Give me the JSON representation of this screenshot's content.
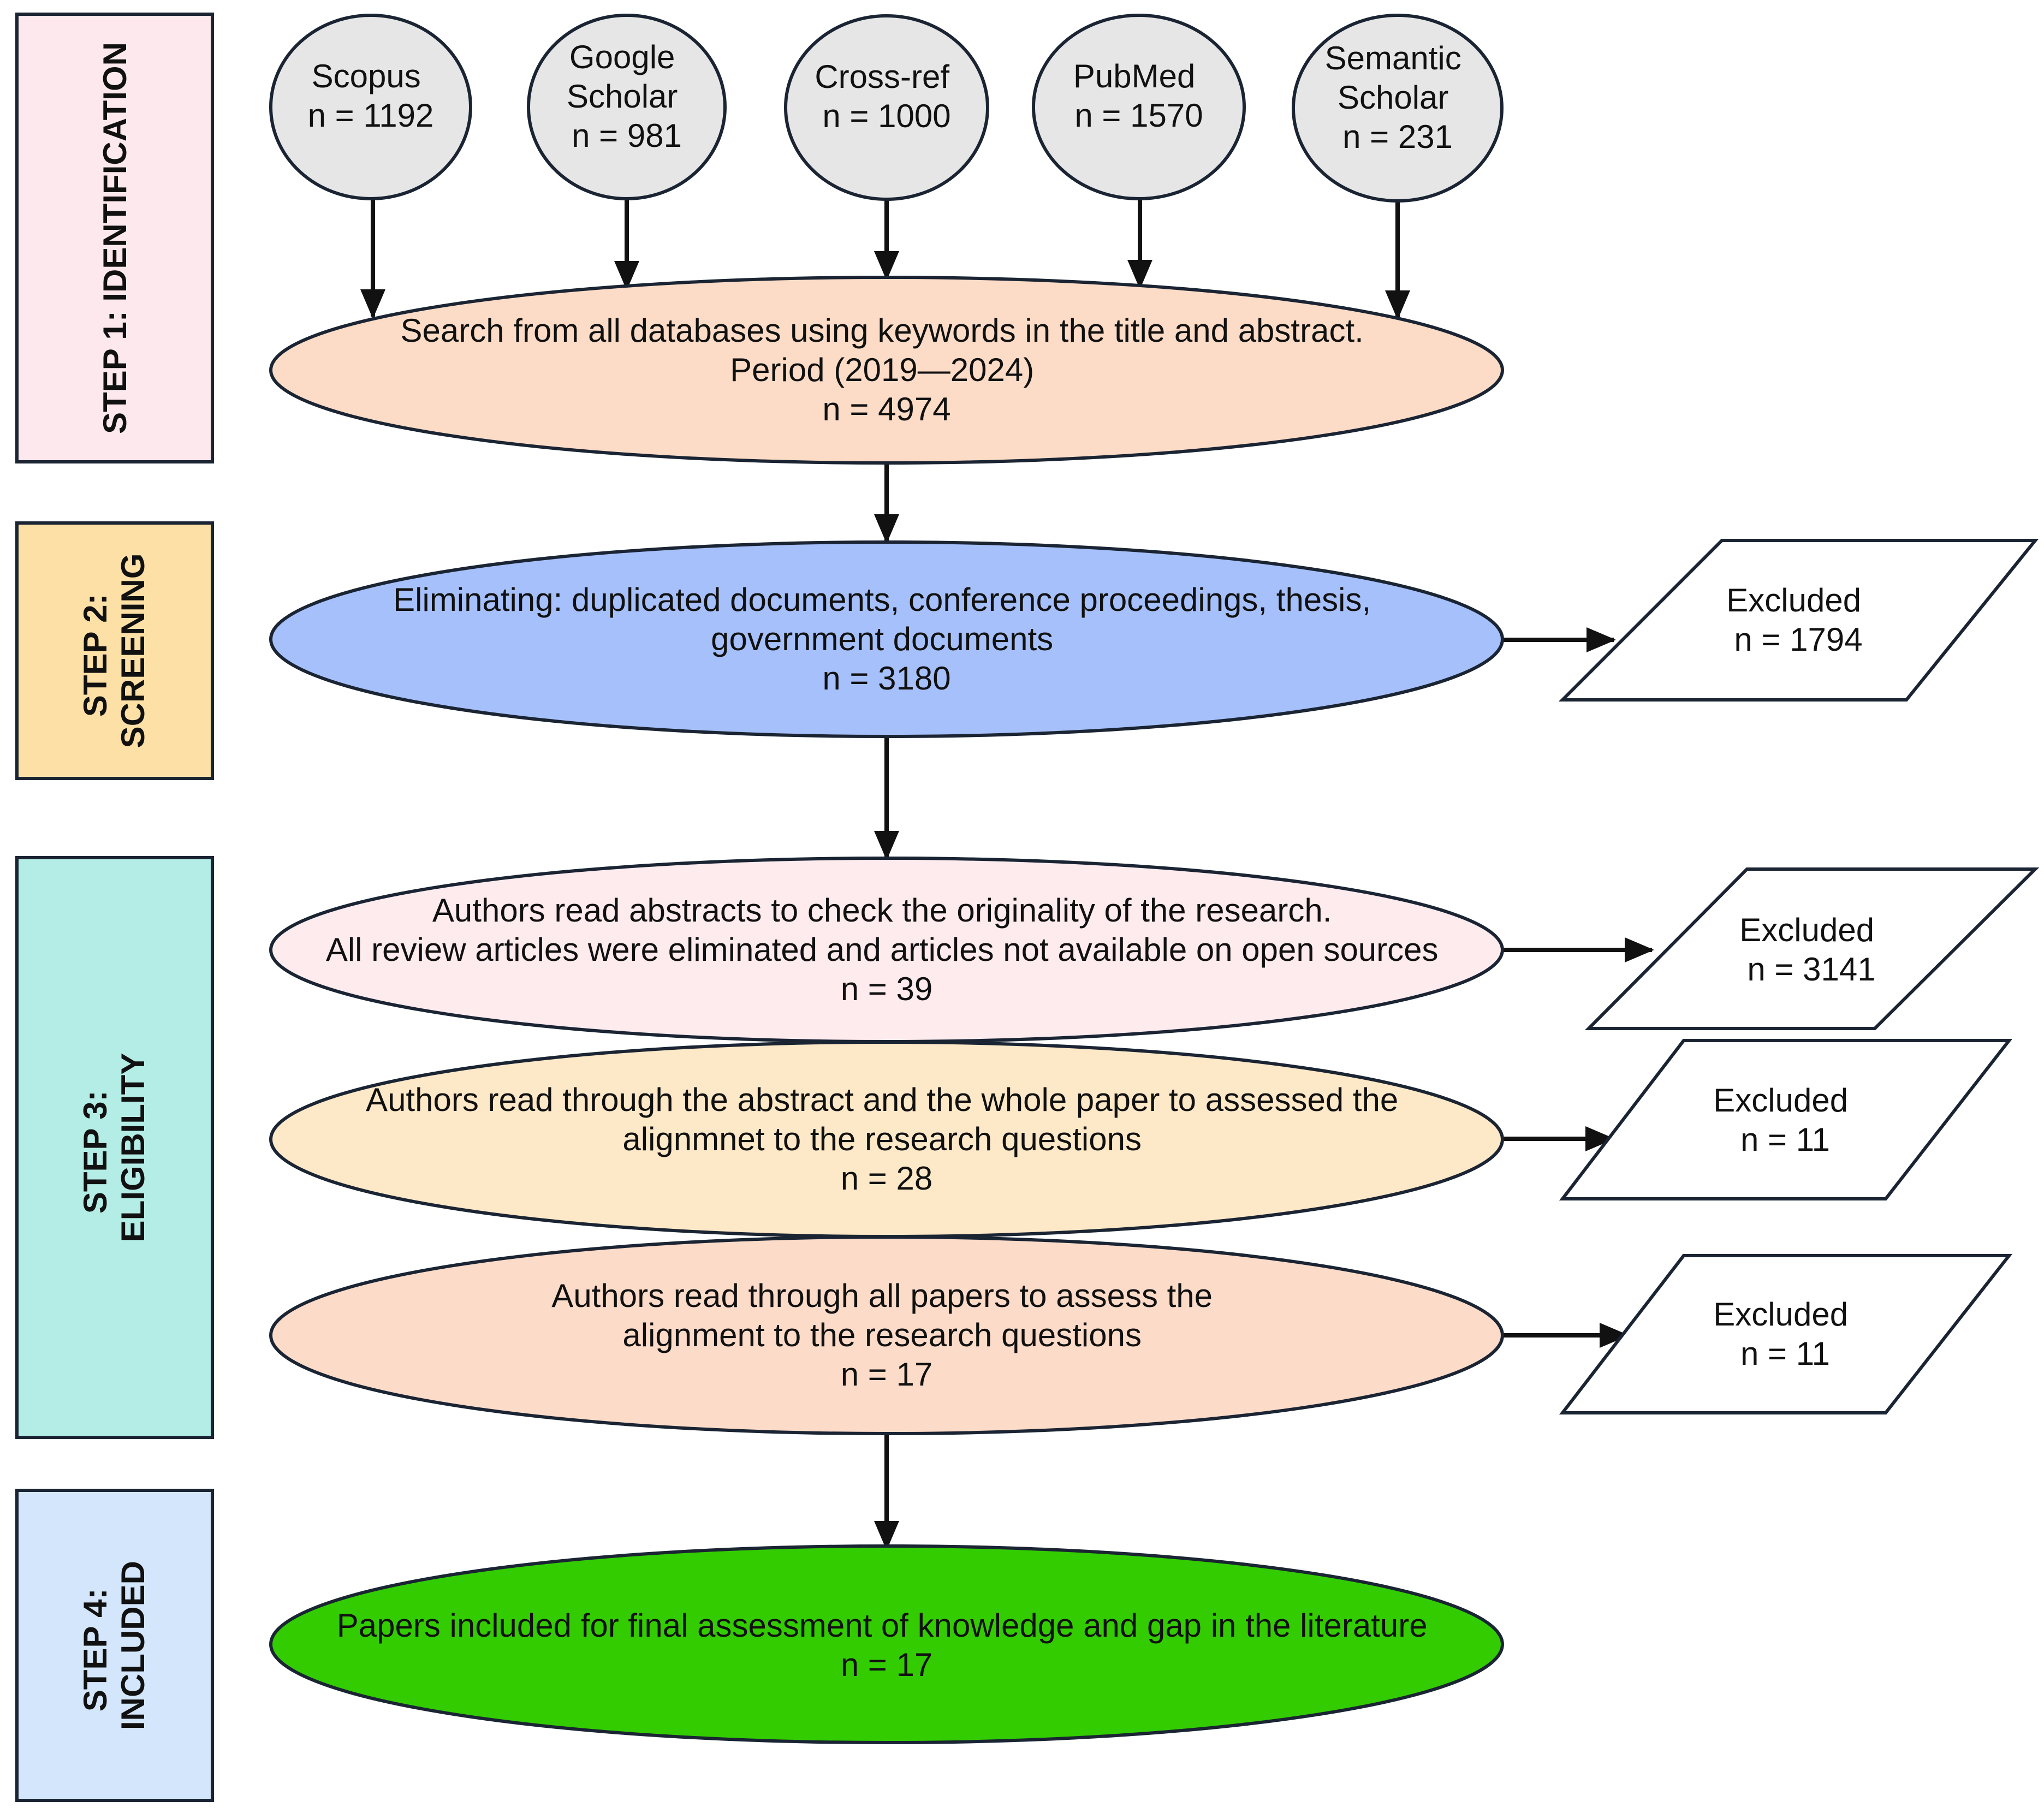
{
  "stages": [
    {
      "lines": [
        "STEP 1: IDENTIFICATION"
      ],
      "fill": "#fde9ed"
    },
    {
      "lines": [
        "STEP 2:",
        "SCREENING"
      ],
      "fill": "#fce0a6"
    },
    {
      "lines": [
        "STEP 3:",
        "ELIGIBILITY"
      ],
      "fill": "#b4ede6"
    },
    {
      "lines": [
        "STEP 4:",
        "INCLUDED"
      ],
      "fill": "#d4e6fb"
    }
  ],
  "sources": [
    {
      "lines": [
        "Scopus",
        "n = 1192"
      ]
    },
    {
      "lines": [
        "Google",
        "Scholar",
        "n = 981"
      ]
    },
    {
      "lines": [
        "Cross-ref",
        "n = 1000"
      ]
    },
    {
      "lines": [
        "PubMed",
        "n = 1570"
      ]
    },
    {
      "lines": [
        "Semantic",
        "Scholar",
        "n = 231"
      ]
    }
  ],
  "source_fill": "#e6e6e6",
  "process": [
    {
      "lines": [
        "Search from all databases using keywords in the title and abstract.",
        "Period (2019—2024)",
        "n = 4974"
      ],
      "fill": "#fcdcc7"
    },
    {
      "lines": [
        "Eliminating: duplicated documents, conference proceedings, thesis,",
        "government documents",
        "n = 3180"
      ],
      "fill": "#a6c0fb"
    },
    {
      "lines": [
        "Authors read abstracts to check the originality of the research.",
        "All review articles were eliminated and articles not available on open sources",
        "n = 39"
      ],
      "fill": "#fdebee"
    },
    {
      "lines": [
        "Authors read through the abstract and the whole paper to assessed the",
        "alignmnet to the research questions",
        "n = 28"
      ],
      "fill": "#fde8c8"
    },
    {
      "lines": [
        "Authors read through all papers to assess the",
        "alignment to the research questions",
        "n = 17"
      ],
      "fill": "#fcdbc9"
    },
    {
      "lines": [
        "Papers included for final assessment of knowledge and gap in the literature",
        "n = 17"
      ],
      "fill": "#33cc00"
    }
  ],
  "excluded": [
    {
      "lines": [
        "Excluded",
        "n = 1794"
      ]
    },
    {
      "lines": [
        "Excluded",
        "n = 3141"
      ]
    },
    {
      "lines": [
        "Excluded",
        "n = 11"
      ]
    },
    {
      "lines": [
        "Excluded",
        "n = 11"
      ]
    }
  ]
}
